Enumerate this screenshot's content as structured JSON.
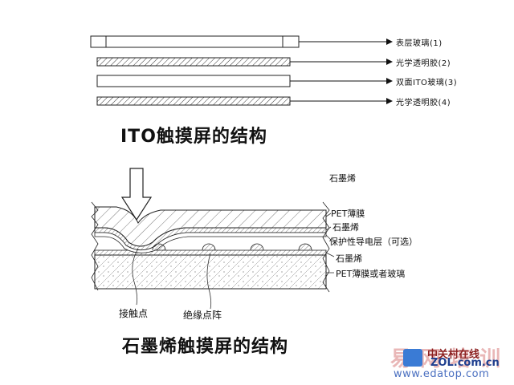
{
  "ito": {
    "layers": [
      "表层玻璃(1)",
      "光学透明胶(2)",
      "双面ITO玻璃(3)",
      "光学透明胶(4)"
    ],
    "title": "ITO触摸屏的结构"
  },
  "graphene": {
    "labels": {
      "top": "石墨烯",
      "pet": "PET薄膜",
      "graphene2": "石墨烯",
      "protect": "保护性导电层（可选）",
      "graphene3": "石墨烯",
      "substrate": "PET薄膜或者玻璃"
    },
    "bottom_labels": {
      "contact": "接触点",
      "insulation": "绝缘点阵"
    },
    "title": "石墨烯触摸屏的结构"
  },
  "watermark": {
    "main": "易 网 培 训",
    "cn": "中关村在线",
    "zol": "ZOL.com.cn",
    "url": "www.edatop.com",
    "colors": {
      "main": "#e9b7b7",
      "url": "#4a6fc0"
    }
  }
}
